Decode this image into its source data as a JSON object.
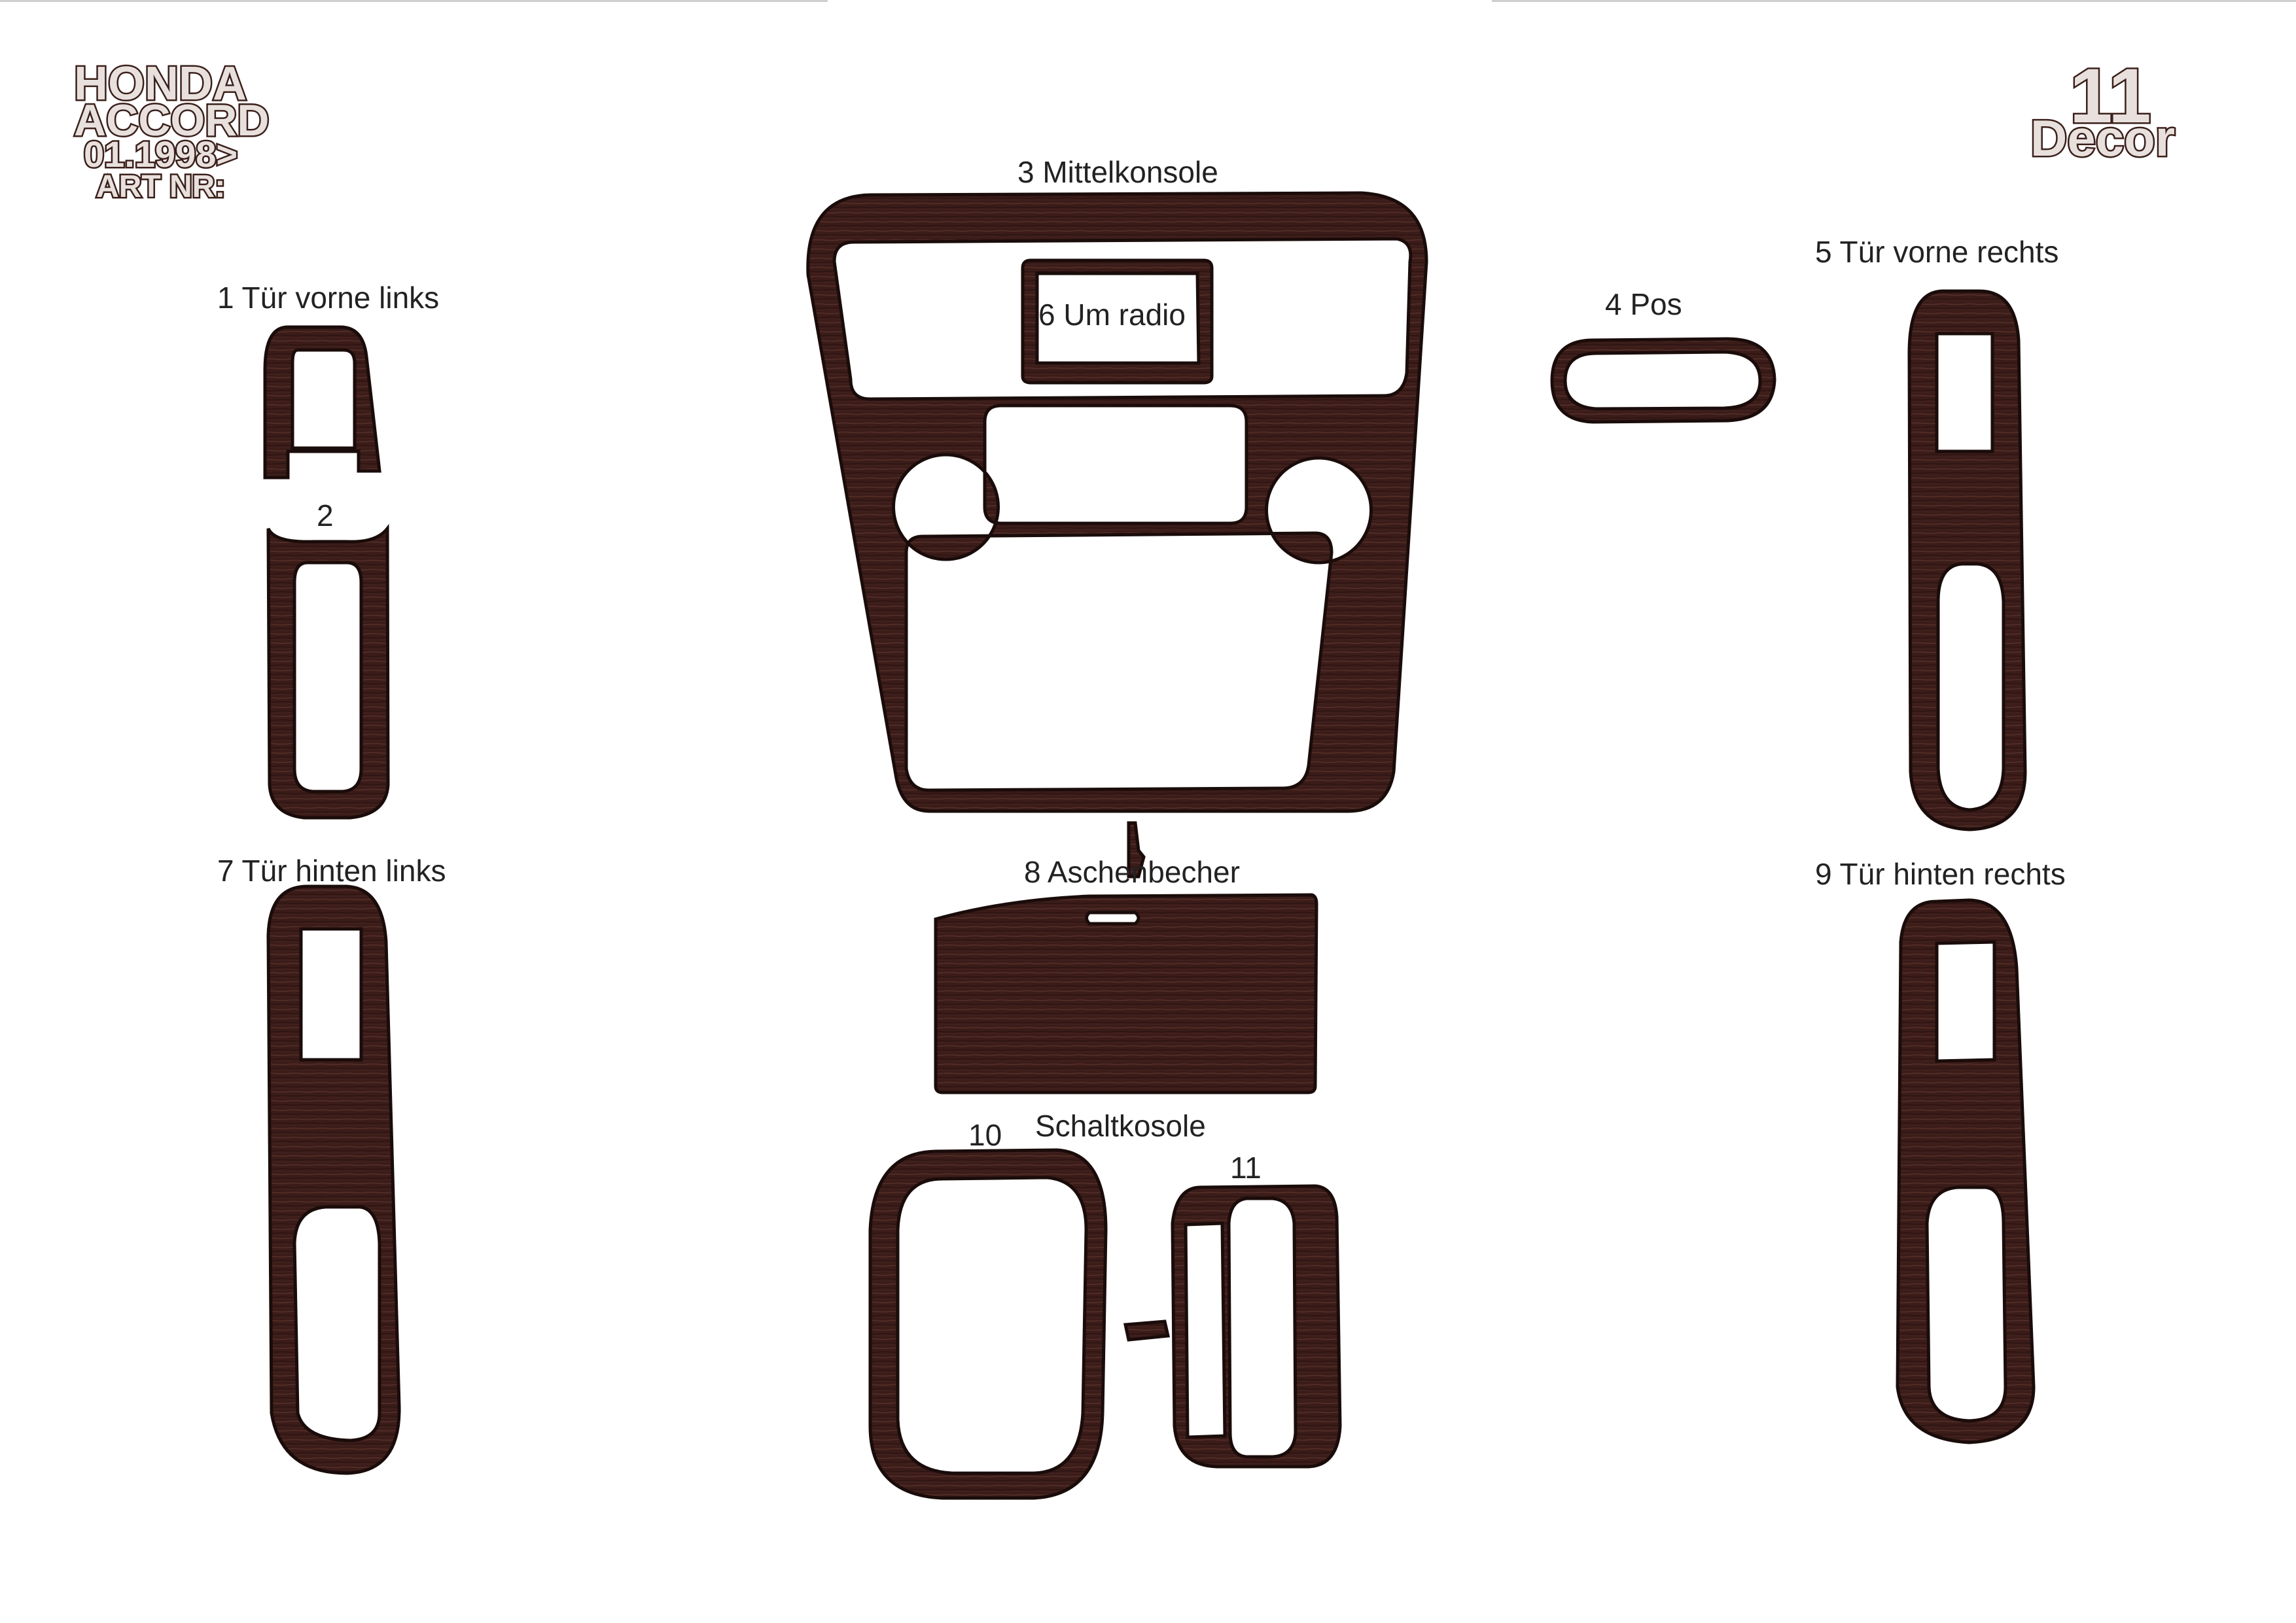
{
  "header": {
    "make": "HONDA",
    "model": "ACCORD",
    "date": "01.1998>",
    "art": "ART NR:",
    "count": "11",
    "decor": "Decor"
  },
  "labels": {
    "p1": "1  Tür vorne links",
    "p2": "2",
    "p3": "3  Mittelkonsole",
    "p4": "4  Pos",
    "p5": "5  Tür vorne rechts",
    "p6": "6 Um radio",
    "p7": "7  Tür hinten links",
    "p8": "8  Aschenbecher",
    "p9": "9  Tür hinten rechts",
    "p10": "10",
    "p11": "11",
    "schalt": "Schaltkosole"
  },
  "colors": {
    "wood": "#3b1c19",
    "wood_light": "#5a3430",
    "outline": "#1a0c0a",
    "background": "#ffffff"
  }
}
